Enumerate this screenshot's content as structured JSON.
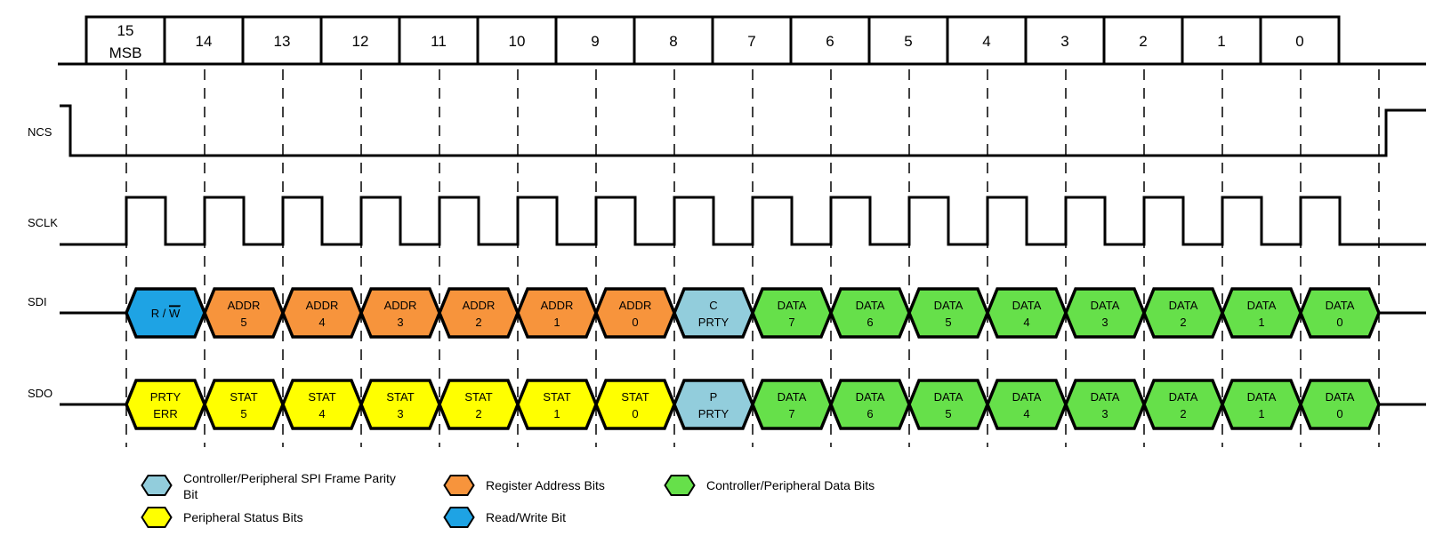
{
  "bit_header": {
    "bits": [
      {
        "top": "15",
        "bottom": "MSB"
      },
      {
        "top": "14",
        "bottom": ""
      },
      {
        "top": "13",
        "bottom": ""
      },
      {
        "top": "12",
        "bottom": ""
      },
      {
        "top": "11",
        "bottom": ""
      },
      {
        "top": "10",
        "bottom": ""
      },
      {
        "top": "9",
        "bottom": ""
      },
      {
        "top": "8",
        "bottom": ""
      },
      {
        "top": "7",
        "bottom": ""
      },
      {
        "top": "6",
        "bottom": ""
      },
      {
        "top": "5",
        "bottom": ""
      },
      {
        "top": "4",
        "bottom": ""
      },
      {
        "top": "3",
        "bottom": ""
      },
      {
        "top": "2",
        "bottom": ""
      },
      {
        "top": "1",
        "bottom": ""
      },
      {
        "top": "0",
        "bottom": ""
      }
    ]
  },
  "signals": {
    "ncs": "NCS",
    "sclk": "SCLK",
    "sdi": "SDI",
    "sdo": "SDO"
  },
  "colors": {
    "rw": "#1EA3E4",
    "addr": "#F7943C",
    "parity": "#92CDDC",
    "data": "#66E04A",
    "status": "#FFFF00"
  },
  "sdi_segments": [
    {
      "line1": "R / ",
      "line1_overline": "W",
      "line2": "",
      "kind": "rw"
    },
    {
      "line1": "ADDR",
      "line2": "5",
      "kind": "addr"
    },
    {
      "line1": "ADDR",
      "line2": "4",
      "kind": "addr"
    },
    {
      "line1": "ADDR",
      "line2": "3",
      "kind": "addr"
    },
    {
      "line1": "ADDR",
      "line2": "2",
      "kind": "addr"
    },
    {
      "line1": "ADDR",
      "line2": "1",
      "kind": "addr"
    },
    {
      "line1": "ADDR",
      "line2": "0",
      "kind": "addr"
    },
    {
      "line1": "C",
      "line2": "PRTY",
      "kind": "parity"
    },
    {
      "line1": "DATA",
      "line2": "7",
      "kind": "data"
    },
    {
      "line1": "DATA",
      "line2": "6",
      "kind": "data"
    },
    {
      "line1": "DATA",
      "line2": "5",
      "kind": "data"
    },
    {
      "line1": "DATA",
      "line2": "4",
      "kind": "data"
    },
    {
      "line1": "DATA",
      "line2": "3",
      "kind": "data"
    },
    {
      "line1": "DATA",
      "line2": "2",
      "kind": "data"
    },
    {
      "line1": "DATA",
      "line2": "1",
      "kind": "data"
    },
    {
      "line1": "DATA",
      "line2": "0",
      "kind": "data"
    }
  ],
  "sdo_segments": [
    {
      "line1": "PRTY",
      "line2": "ERR",
      "kind": "status"
    },
    {
      "line1": "STAT",
      "line2": "5",
      "kind": "status"
    },
    {
      "line1": "STAT",
      "line2": "4",
      "kind": "status"
    },
    {
      "line1": "STAT",
      "line2": "3",
      "kind": "status"
    },
    {
      "line1": "STAT",
      "line2": "2",
      "kind": "status"
    },
    {
      "line1": "STAT",
      "line2": "1",
      "kind": "status"
    },
    {
      "line1": "STAT",
      "line2": "0",
      "kind": "status"
    },
    {
      "line1": "P",
      "line2": "PRTY",
      "kind": "parity"
    },
    {
      "line1": "DATA",
      "line2": "7",
      "kind": "data"
    },
    {
      "line1": "DATA",
      "line2": "6",
      "kind": "data"
    },
    {
      "line1": "DATA",
      "line2": "5",
      "kind": "data"
    },
    {
      "line1": "DATA",
      "line2": "4",
      "kind": "data"
    },
    {
      "line1": "DATA",
      "line2": "3",
      "kind": "data"
    },
    {
      "line1": "DATA",
      "line2": "2",
      "kind": "data"
    },
    {
      "line1": "DATA",
      "line2": "1",
      "kind": "data"
    },
    {
      "line1": "DATA",
      "line2": "0",
      "kind": "data"
    }
  ],
  "legend": [
    {
      "kind": "parity",
      "lines": [
        "Controller/Peripheral SPI Frame Parity",
        "Bit"
      ]
    },
    {
      "kind": "addr",
      "lines": [
        "Register Address Bits"
      ]
    },
    {
      "kind": "data",
      "lines": [
        "Controller/Peripheral Data Bits"
      ]
    },
    {
      "kind": "status",
      "lines": [
        "Peripheral Status Bits"
      ]
    },
    {
      "kind": "rw",
      "lines": [
        "Read/Write Bit"
      ]
    }
  ]
}
